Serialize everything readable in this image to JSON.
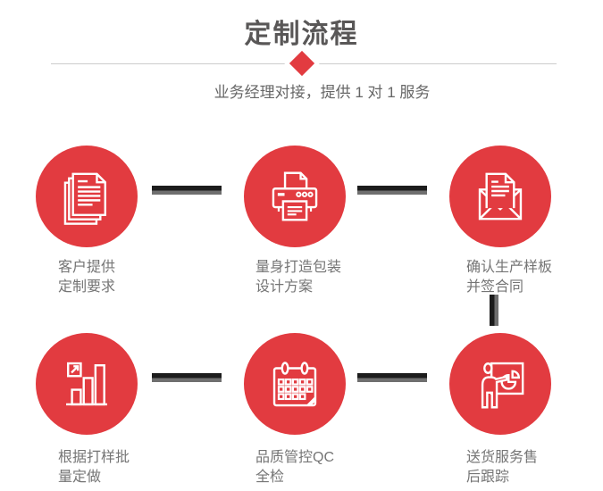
{
  "page": {
    "title": "定制流程",
    "subtitle": "业务经理对接，提供 1 对 1 服务"
  },
  "colors": {
    "accent_red": "#E23B40",
    "title_text": "#595757",
    "label_text": "#757575",
    "connector_dark": "#1C1C1C",
    "connector_gray": "#6F6F6F",
    "divider_line": "#CCCCCC",
    "icon_stroke": "#FFFFFF"
  },
  "steps": [
    {
      "icon": "documents-icon",
      "line1": "客户提供",
      "line2": "定制要求"
    },
    {
      "icon": "printer-icon",
      "line1": "量身打造包装",
      "line2": "设计方案"
    },
    {
      "icon": "envelope-icon",
      "line1": "确认生产样板",
      "line2": "并签合同"
    },
    {
      "icon": "bar-chart-icon",
      "line1": "根据打样批",
      "line2": "量定做"
    },
    {
      "icon": "calendar-icon",
      "line1": "品质管控QC",
      "line2": "全检"
    },
    {
      "icon": "presentation-icon",
      "line1": "送货服务售",
      "line2": "后跟踪"
    }
  ]
}
